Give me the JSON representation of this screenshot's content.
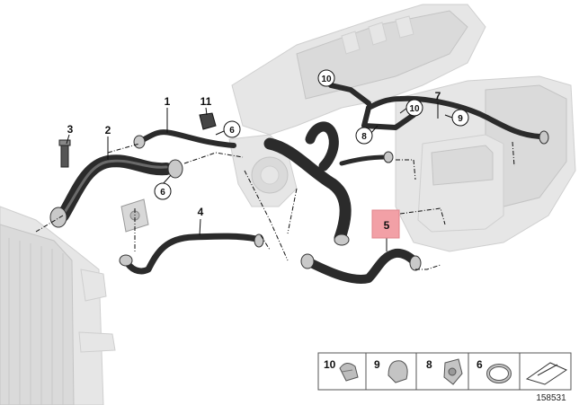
{
  "diagram": {
    "document_number": "158531",
    "highlighted_callout": "5",
    "highlight_color": "#f2a0a6",
    "callouts": [
      {
        "id": "c1",
        "label": "1"
      },
      {
        "id": "c2",
        "label": "2"
      },
      {
        "id": "c3",
        "label": "3"
      },
      {
        "id": "c4",
        "label": "4"
      },
      {
        "id": "c5",
        "label": "5"
      },
      {
        "id": "c7",
        "label": "7"
      },
      {
        "id": "c11",
        "label": "11"
      }
    ],
    "circled_callouts": [
      {
        "id": "cc10",
        "label": "10"
      },
      {
        "id": "cc10b",
        "label": "10"
      },
      {
        "id": "cc9",
        "label": "9"
      },
      {
        "id": "cc8",
        "label": "8"
      },
      {
        "id": "cc6a",
        "label": "6"
      },
      {
        "id": "cc6b",
        "label": "6"
      }
    ],
    "legend": [
      {
        "label": "10",
        "icon": "hose-clip-icon"
      },
      {
        "label": "9",
        "icon": "spring-clip-icon"
      },
      {
        "label": "8",
        "icon": "hose-clamp-icon"
      },
      {
        "label": "6",
        "icon": "clamp-ring-icon"
      }
    ]
  }
}
